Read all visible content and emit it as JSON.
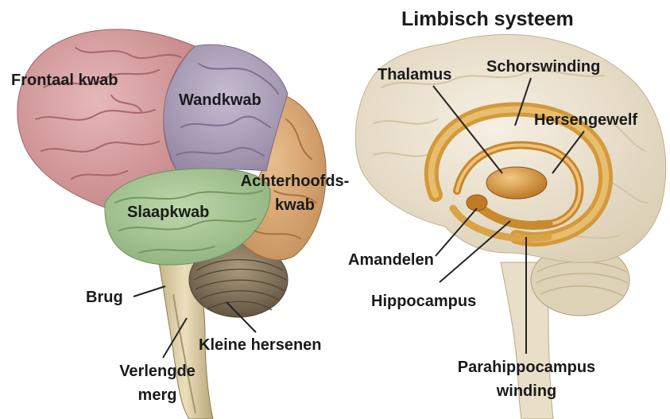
{
  "title": "Limbisch systeem",
  "left_brain_labels": {
    "frontal": "Frontaal kwab",
    "parietal": "Wandkwab",
    "occipital_line1": "Achterhoofds-",
    "occipital_line2": "kwab",
    "temporal": "Slaapkwab",
    "pons": "Brug",
    "cerebellum": "Kleine hersenen",
    "medulla_line1": "Verlengde",
    "medulla_line2": "merg"
  },
  "limbic_labels": {
    "thalamus": "Thalamus",
    "cingulate": "Schorswinding",
    "fornix": "Hersengewelf",
    "amygdala": "Amandelen",
    "hippocampus": "Hippocampus",
    "parahippocampal_line1": "Parahippocampus",
    "parahippocampal_line2": "winding"
  },
  "colors": {
    "frontal": "#d9a3a5",
    "parietal": "#b3a6bd",
    "occipital": "#d9a672",
    "temporal": "#a9c99a",
    "cerebellum": "#8c7c63",
    "brainstem": "#d9c9a2",
    "limbic_brain": "#ece3d0",
    "limbic_structures": "#d8a040"
  }
}
